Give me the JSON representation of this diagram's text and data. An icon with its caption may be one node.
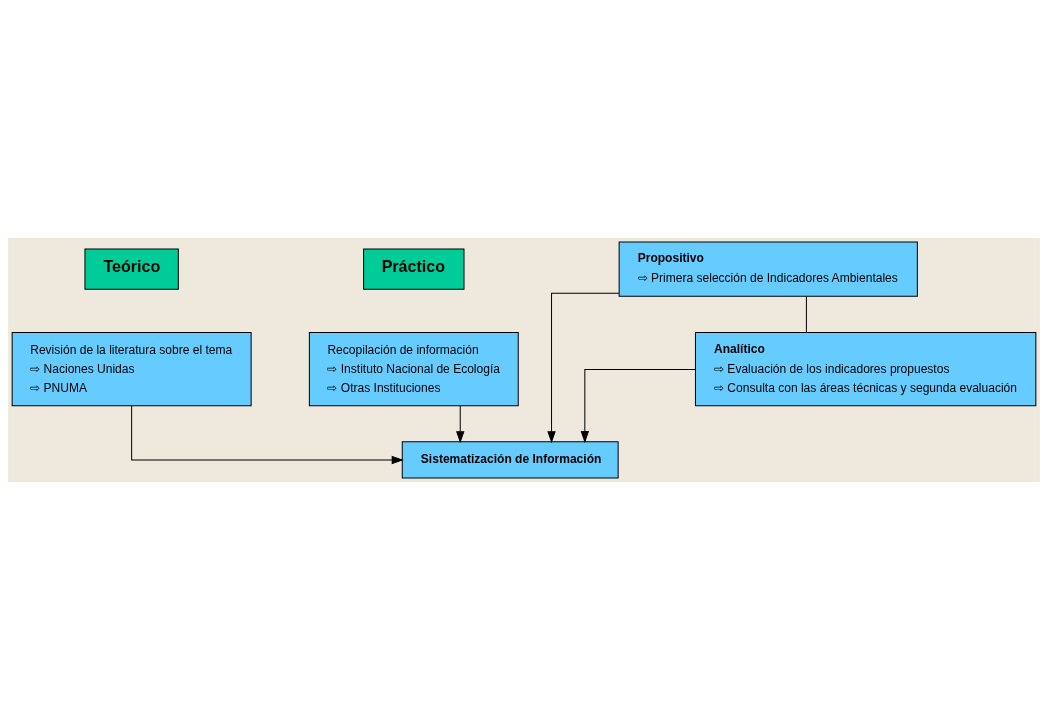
{
  "diagram": {
    "nodes": [
      {
        "text": [
          "Teórico"
        ]
      },
      {
        "text": [
          "Práctico"
        ]
      },
      {
        "text": [
          "Revisión de la literatura sobre el tema",
          "⇨ Naciones Unidas",
          "⇨ PNUMA"
        ]
      },
      {
        "text": [
          "Recopilación de información",
          "⇨ Instituto Nacional de Ecología",
          "⇨ Otras Instituciones"
        ]
      },
      {
        "text": [
          "Sistematización de Información"
        ]
      },
      {
        "text": [
          "Propositivo",
          "⇨ Primera selección de Indicadores Ambientales"
        ]
      },
      {
        "text": [
          "Analítico",
          "⇨ Evaluación de los indicadores propuestos",
          "⇨ Consulta con las áreas técnicas y segunda evaluación"
        ]
      }
    ],
    "edges": [
      {
        "from": 2,
        "to": 4,
        "arrow": "to"
      },
      {
        "from": 3,
        "to": 4,
        "arrow": "to"
      },
      {
        "from": 5,
        "to": 4,
        "arrow": "to"
      },
      {
        "from": 5,
        "to": 6,
        "arrow": "none"
      },
      {
        "from": 6,
        "to": 4,
        "arrow": "to"
      }
    ]
  }
}
